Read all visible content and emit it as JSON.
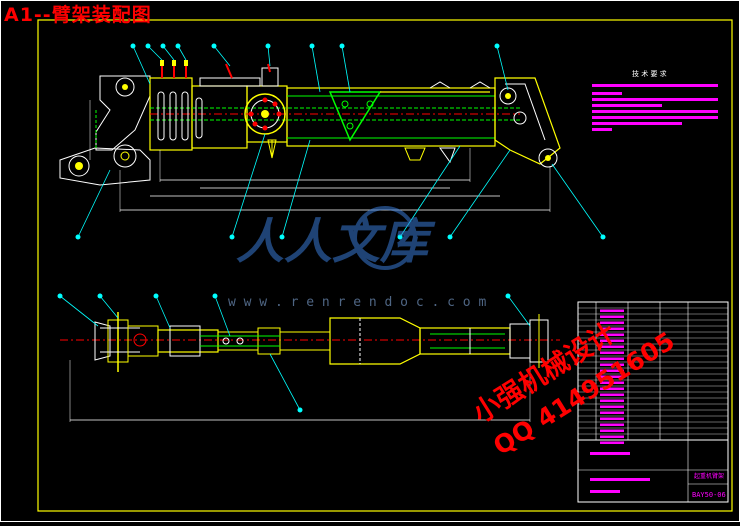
{
  "sheet": {
    "title": "A1--臂架装配图",
    "tech_heading": "技 术 要 求",
    "title_block_name": "起重机臂架",
    "title_block_code": "BAY50-06"
  },
  "watermark": {
    "brand": "人人文库",
    "url": "w w w . r e n r e n d o c . c o m",
    "seller": "小强机械设计",
    "qq": "QQ 414951605"
  },
  "colors": {
    "background": "#000000",
    "frame": "#ffff00",
    "outline": "#ffffff",
    "body": "#ffff00",
    "inner": "#00ff00",
    "leader": "#00ffff",
    "notes": "#ff00ff",
    "title": "#ff0000"
  }
}
